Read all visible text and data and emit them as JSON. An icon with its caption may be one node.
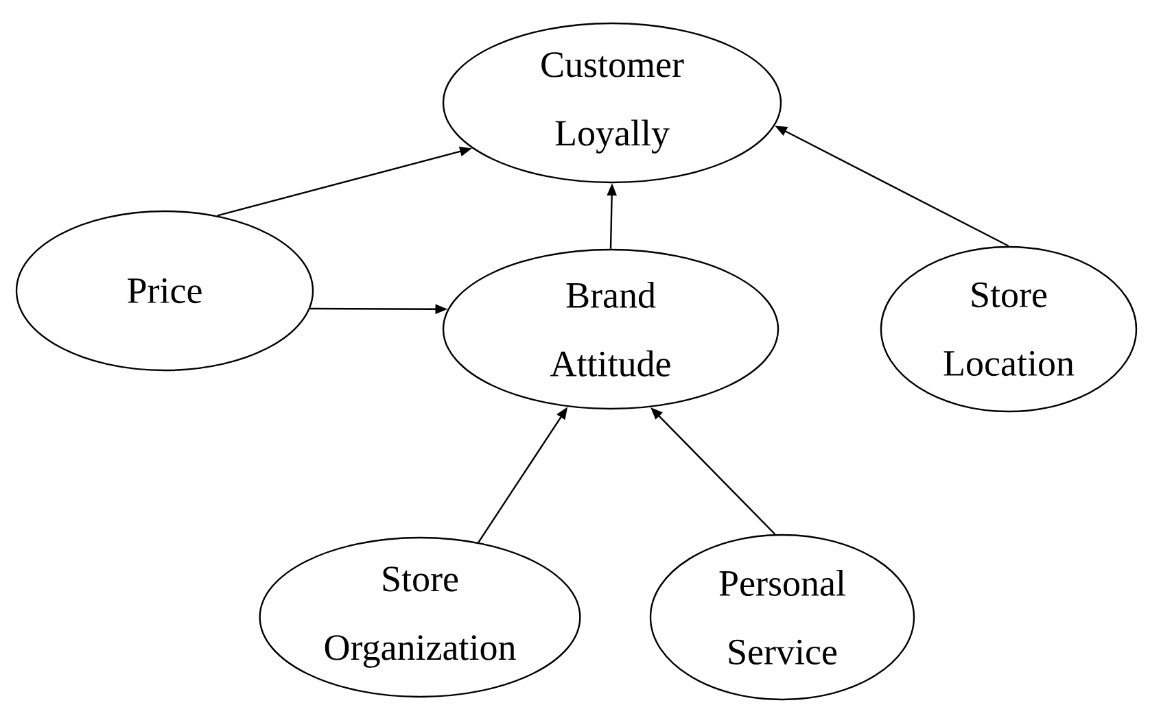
{
  "diagram": {
    "nodes": [
      {
        "text": [
          "Customer Loyally"
        ]
      },
      {
        "text": [
          "Price"
        ]
      },
      {
        "text": [
          "Brand Attitude"
        ]
      },
      {
        "text": [
          "Store Location"
        ]
      },
      {
        "text": [
          "Store Organization"
        ]
      },
      {
        "text": [
          "Personal Service"
        ]
      }
    ],
    "edges": [
      {
        "from": 1,
        "to": 0,
        "arrow": "to"
      },
      {
        "from": 1,
        "to": 2,
        "arrow": "to"
      },
      {
        "from": 2,
        "to": 0,
        "arrow": "to"
      },
      {
        "from": 3,
        "to": 0,
        "arrow": "to"
      },
      {
        "from": 4,
        "to": 2,
        "arrow": "to"
      },
      {
        "from": 5,
        "to": 2,
        "arrow": "to"
      }
    ]
  }
}
